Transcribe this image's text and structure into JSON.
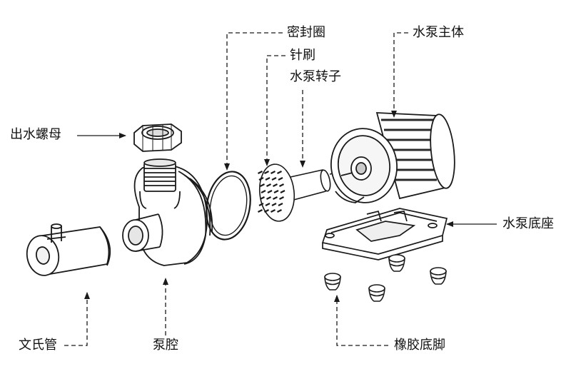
{
  "labels": {
    "outlet_nut": "出水螺母",
    "seal_ring": "密封圈",
    "needle_brush": "针刷",
    "pump_rotor": "水泵转子",
    "pump_body": "水泵主体",
    "pump_base": "水泵底座",
    "venturi_tube": "文氏管",
    "pump_chamber": "泵腔",
    "rubber_feet": "橡胶底脚"
  },
  "colors": {
    "line": "#1a1a1a",
    "fill": "#ffffff",
    "shade": "#3a3a3a"
  }
}
